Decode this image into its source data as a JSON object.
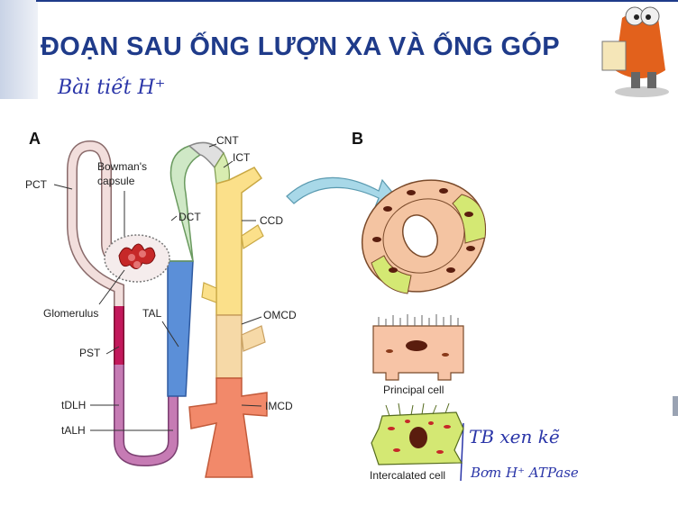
{
  "slide": {
    "title": "ĐOẠN SAU ỐNG LƯỢN XA VÀ ỐNG GÓP",
    "handwritten_note_top": "Bài tiết H⁺",
    "handwritten_note_right_1": "TB xen kẽ",
    "handwritten_note_right_2": "Bơm H⁺ ATPase"
  },
  "panel_a": {
    "letter": "A",
    "labels": {
      "pct": "PCT",
      "bowman": "Bowman's",
      "capsule": "capsule",
      "glomerulus": "Glomerulus",
      "pst": "PST",
      "tdlh": "tDLH",
      "talh": "tALH",
      "tal": "TAL",
      "dct": "DCT",
      "cnt": "CNT",
      "ict": "ICT",
      "ccd": "CCD",
      "omcd": "OMCD",
      "imcd": "IMCD"
    }
  },
  "panel_b": {
    "letter": "B",
    "principal": "Principal cell",
    "intercalated": "Intercalated cell"
  },
  "colors": {
    "title": "#1f3b8a",
    "pct": "#f2dedc",
    "pst": "#c2185b",
    "thin_limb": "#c67bb4",
    "tal": "#5b8fd8",
    "dct": "#cfe8c6",
    "cnt": "#e0e0e0",
    "ccd": "#fbe08a",
    "omcd": "#f6d9a7",
    "imcd": "#f2896a",
    "intercalated": "#d4e873"
  }
}
